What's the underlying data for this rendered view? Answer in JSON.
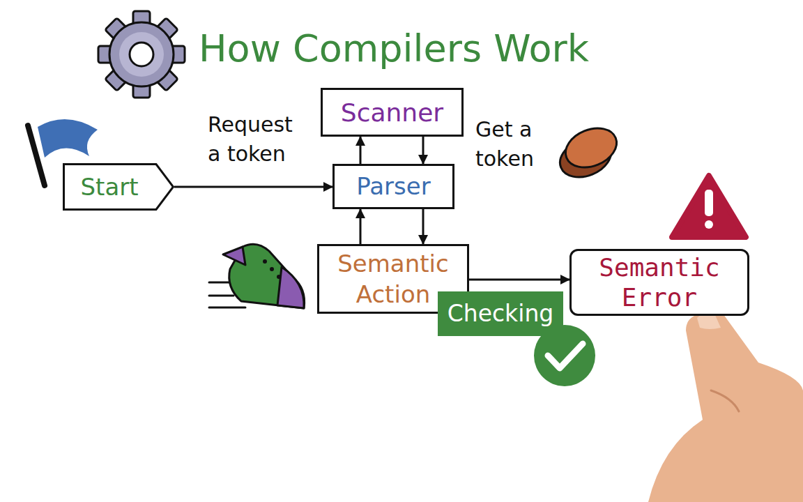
{
  "diagram": {
    "title": "How Compilers Work",
    "nodes": [
      {
        "text": [
          "Scanner"
        ]
      },
      {
        "text": [
          "Start"
        ]
      },
      {
        "text": [
          "Parser"
        ]
      },
      {
        "text": [
          "Semantic Action"
        ]
      },
      {
        "text": [
          "Checking"
        ]
      },
      {
        "text": [
          "Semantic Error"
        ]
      }
    ],
    "edges": [
      {
        "from": 1,
        "to": 2,
        "arrow": "to"
      },
      {
        "from": 2,
        "to": 0,
        "arrow": "to"
      },
      {
        "from": 0,
        "to": 2,
        "arrow": "to"
      },
      {
        "from": 2,
        "to": 3,
        "arrow": "to"
      },
      {
        "from": 3,
        "to": 2,
        "arrow": "to"
      },
      {
        "from": 3,
        "to": 5,
        "arrow": "to"
      }
    ],
    "labels": [
      "Request a token",
      "Get a token"
    ]
  }
}
